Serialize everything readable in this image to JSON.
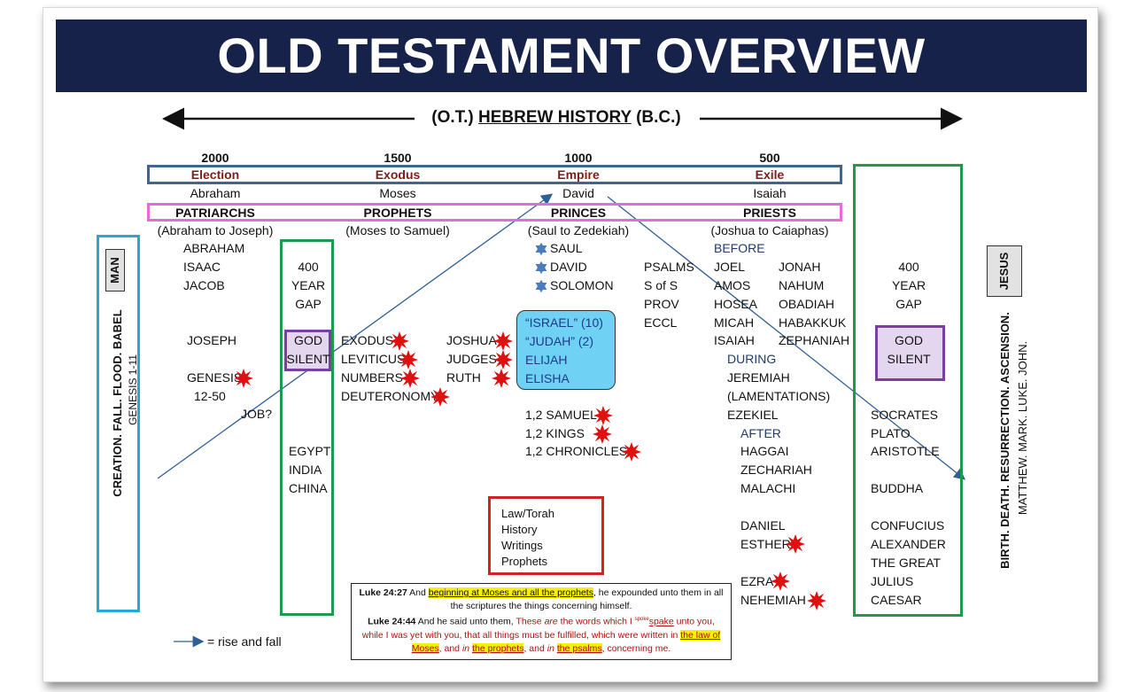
{
  "title": "OLD TESTAMENT OVERVIEW",
  "history_heading": {
    "prefix": "(O.T.) ",
    "main": "HEBREW HISTORY",
    "suffix": " (B.C.)"
  },
  "years": [
    "2000",
    "1500",
    "1000",
    "500"
  ],
  "eras": [
    "Election",
    "Exodus",
    "Empire",
    "Exile"
  ],
  "figures": [
    "Abraham",
    "Moses",
    "David",
    "Isaiah"
  ],
  "groups": [
    "PATRIARCHS",
    "PROPHETS",
    "PRINCES",
    "PRIESTS"
  ],
  "group_ranges": [
    "(Abraham to Joseph)",
    "(Moses to Samuel)",
    "(Saul to Zedekiah)",
    "(Joshua to Caiaphas)"
  ],
  "left_side": {
    "tag": "MAN",
    "main": "CREATION. FALL. FLOOD. BABEL",
    "sub": "GENESIS 1-11"
  },
  "right_side": {
    "tag": "JESUS",
    "main": "BIRTH. DEATH. RESURRECTION. ASCENSION.",
    "sub": "MATTHEW. MARK. LUKE. JOHN."
  },
  "patriarchs": [
    "ABRAHAM",
    "ISAAC",
    "JACOB",
    "JOSEPH",
    "GENESIS",
    "12-50",
    "JOB?"
  ],
  "gap_left": [
    "400",
    "YEAR",
    "GAP"
  ],
  "gap_right": [
    "400",
    "YEAR",
    "GAP"
  ],
  "god_silent": [
    "GOD",
    "SILENT"
  ],
  "nations": [
    "EGYPT",
    "INDIA",
    "CHINA"
  ],
  "pentateuch": [
    "EXODUS",
    "LEVITICUS",
    "NUMBERS",
    "DEUTERONOMY"
  ],
  "history_books": [
    "JOSHUA",
    "JUDGES",
    "RUTH"
  ],
  "kings": [
    "SAUL",
    "DAVID",
    "SOLOMON"
  ],
  "wisdom": [
    "PSALMS",
    "S of S",
    "PROV",
    "ECCL"
  ],
  "kingdom": [
    "“ISRAEL” (10)",
    "“JUDAH” (2)",
    "ELIJAH",
    "ELISHA"
  ],
  "chronicle_books": [
    "1,2 SAMUEL",
    "1,2 KINGS",
    "1,2 CHRONICLES"
  ],
  "prophets": {
    "before": "BEFORE",
    "col1": [
      "JOEL",
      "AMOS",
      "HOSEA",
      "MICAH",
      "ISAIAH"
    ],
    "col2": [
      "JONAH",
      "NAHUM",
      "OBADIAH",
      "HABAKKUK",
      "ZEPHANIAH"
    ],
    "during": "DURING",
    "during_list": [
      "JEREMIAH",
      "(LAMENTATIONS)",
      "EZEKIEL"
    ],
    "after": "AFTER",
    "after_list": [
      "HAGGAI",
      "ZECHARIAH",
      "MALACHI"
    ],
    "late": [
      "DANIEL",
      "ESTHER",
      "EZRA",
      "NEHEMIAH"
    ]
  },
  "world": [
    "SOCRATES",
    "PLATO",
    "ARISTOTLE",
    "BUDDHA",
    "CONFUCIUS",
    "ALEXANDER",
    "THE GREAT",
    "JULIUS",
    "CAESAR"
  ],
  "canon": [
    "Law/Torah",
    "History",
    "Writings",
    "Prophets"
  ],
  "verses": {
    "v1_ref": "Luke 24:27",
    "v1_a": " And ",
    "v1_hl": "beginning at Moses and all the prophets",
    "v1_b": ", he expounded unto them in all the scriptures the things concerning himself.",
    "v2_ref": "Luke 24:44",
    "v2_a": " And he said unto them, ",
    "v2_red1": "These ",
    "v2_are": "are",
    "v2_red2": " the words which I ",
    "v2_small": "spoke",
    "v2_spake": "spake",
    "v2_red3": " unto you, while I was yet with you, that all things must be fulfilled, which were written in ",
    "v2_hl1": "the law of Moses",
    "v2_c": ", and ",
    "v2_in1": "in",
    "v2_d": " ",
    "v2_hl2": "the prophets",
    "v2_e": ", and ",
    "v2_in2": "in",
    "v2_f": " ",
    "v2_hl3": "the psalms",
    "v2_g": ", concerning me."
  },
  "legend": "= rise and fall",
  "colors": {
    "banner": "#16224a",
    "era_box": "#41668a",
    "group_box": "#e66bd8",
    "green_box": "#1f9a4a",
    "cyan_box": "#2aa6d6",
    "purple_box": "#7a3fa0",
    "red_box": "#d42222",
    "blue_arrow": "#2f5f95"
  }
}
